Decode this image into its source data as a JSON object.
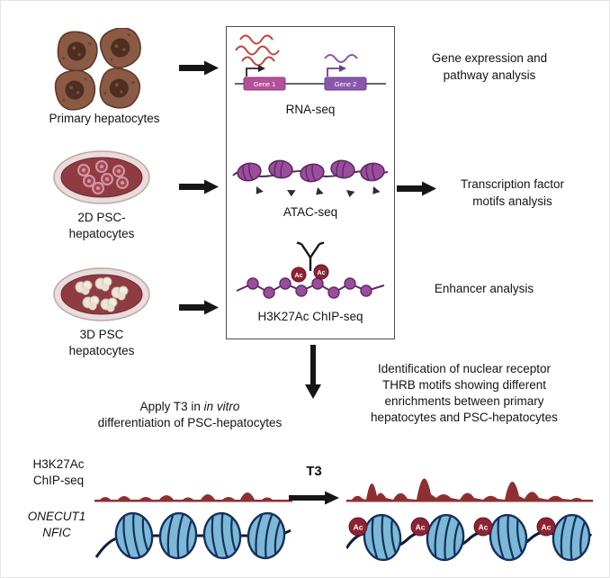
{
  "samples": {
    "primary": "Primary hepatocytes",
    "psc2d": "2D PSC-\nhepatocytes",
    "psc3d": "3D PSC\nhepatocytes"
  },
  "assay_panel": {
    "rnaseq_label": "RNA-seq",
    "gene1": "Gene 1",
    "gene2": "Gene 2",
    "atacseq_label": "ATAC-seq",
    "chipseq_label": "H3K27Ac ChIP-seq",
    "ac": "Ac"
  },
  "analyses": {
    "gene_expression": "Gene expression and\npathway analysis",
    "tf_motifs": "Transcription factor\nmotifs analysis",
    "enhancer": "Enhancer analysis"
  },
  "middle": {
    "apply_prefix": "Apply T3 in ",
    "apply_italic": "in vitro",
    "apply_line2": "differentiation of PSC-hepatocytes",
    "identification": "Identification of nuclear receptor\nTHRB motifs showing different\nenrichments between primary\nhepatocytes and PSC-hepatocytes"
  },
  "bottom": {
    "track_label": "H3K27Ac\nChIP-seq",
    "genes": "ONECUT1\nNFIC",
    "t3": "T3",
    "ac": "Ac"
  },
  "colors": {
    "track_red": "#8e3032",
    "nucleosome_purple": "#9b4d9d",
    "nucleosome_blue": "#7cb9d6",
    "dna_navy": "#16305e",
    "gene1_magenta": "#b4509b",
    "gene2_purple": "#8a57ad",
    "ac_red": "#8e2433",
    "dish_red": "#8e3b42",
    "cell_brown": "#8a5a45",
    "arrow_black": "#161616"
  }
}
